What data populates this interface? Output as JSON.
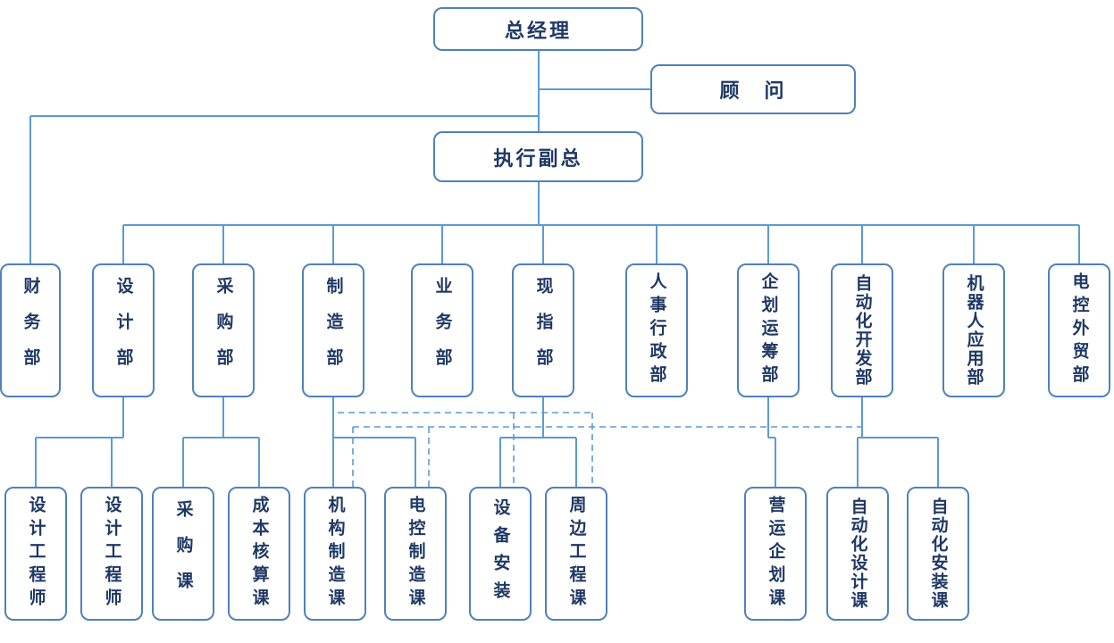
{
  "diagram": {
    "type": "org-chart",
    "nodes": {
      "ceo": "总经理",
      "advisor": "顾　问",
      "evp": "执行副总",
      "finance": "财务部",
      "design": "设计部",
      "purchasing": "采购部",
      "manufacturing": "制造部",
      "business": "业务部",
      "site_command": "现指部",
      "hr_admin": "人事行政部",
      "planning_ops": "企划运筹部",
      "automation_dev": "自动化开发部",
      "robot_app": "机器人应用部",
      "electric_trade": "电控外贸部",
      "design_engineer_1": "设计工程师",
      "design_engineer_2": "设计工程师",
      "purchasing_section": "采购课",
      "cost_accounting_section": "成本核算课",
      "mechanism_mfg_section": "机构制造课",
      "electric_mfg_section": "电控制造课",
      "equipment_install": "设备安装",
      "peripheral_eng_section": "周边工程课",
      "operations_planning_section": "营运企划课",
      "automation_design_section": "自动化设计课",
      "automation_install_section": "自动化安装课"
    },
    "edges": {
      "solid": [
        [
          "ceo",
          "advisor"
        ],
        [
          "ceo",
          "evp"
        ],
        [
          "ceo",
          "finance"
        ],
        [
          "evp",
          "design"
        ],
        [
          "evp",
          "purchasing"
        ],
        [
          "evp",
          "manufacturing"
        ],
        [
          "evp",
          "business"
        ],
        [
          "evp",
          "site_command"
        ],
        [
          "evp",
          "hr_admin"
        ],
        [
          "evp",
          "planning_ops"
        ],
        [
          "evp",
          "automation_dev"
        ],
        [
          "evp",
          "robot_app"
        ],
        [
          "evp",
          "electric_trade"
        ],
        [
          "design",
          "design_engineer_1"
        ],
        [
          "design",
          "design_engineer_2"
        ],
        [
          "purchasing",
          "purchasing_section"
        ],
        [
          "purchasing",
          "cost_accounting_section"
        ],
        [
          "manufacturing",
          "mechanism_mfg_section"
        ],
        [
          "manufacturing",
          "electric_mfg_section"
        ],
        [
          "site_command",
          "equipment_install"
        ],
        [
          "site_command",
          "peripheral_eng_section"
        ],
        [
          "planning_ops",
          "operations_planning_section"
        ],
        [
          "automation_dev",
          "automation_design_section"
        ],
        [
          "automation_dev",
          "automation_install_section"
        ]
      ],
      "dashed": [
        [
          "manufacturing",
          "equipment_install"
        ],
        [
          "manufacturing",
          "peripheral_eng_section"
        ],
        [
          "automation_dev",
          "mechanism_mfg_section"
        ],
        [
          "automation_dev",
          "electric_mfg_section"
        ]
      ]
    }
  },
  "colors": {
    "box_border": "#4f81bd",
    "line": "#5b9bd5",
    "text": "#1f3864",
    "background": "#ffffff"
  }
}
